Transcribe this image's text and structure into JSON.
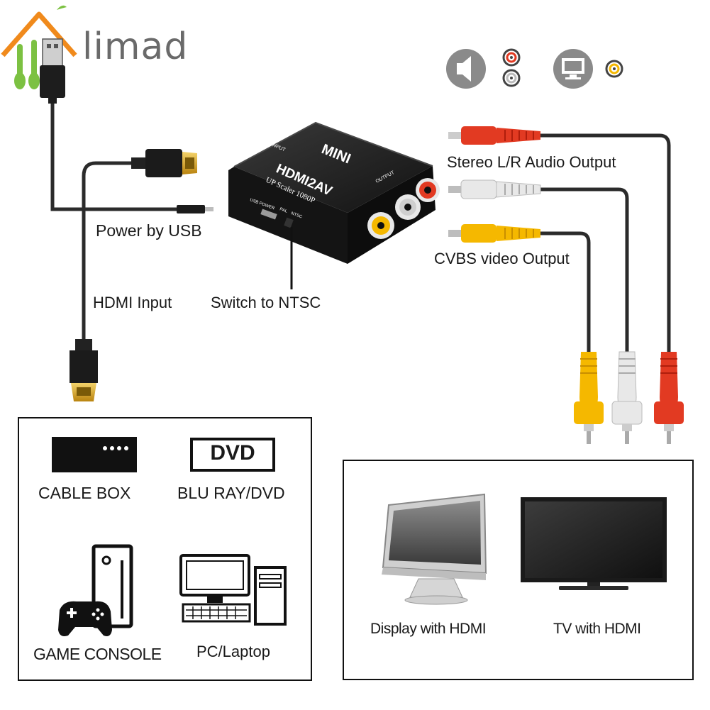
{
  "brand": {
    "name": "limad"
  },
  "device": {
    "top_label": "MINI",
    "model": "HDMI2AV",
    "subtitle": "UP Scaler 1080P",
    "input_label": "INPUT",
    "output_label": "OUTPUT",
    "port_labels": {
      "usb": "USB POWER",
      "pal": "PAL",
      "ntsc": "NTSC"
    }
  },
  "callouts": {
    "power": "Power by USB",
    "hdmi_input": "HDMI Input",
    "switch": "Switch to NTSC",
    "audio_output": "Stereo L/R Audio Output",
    "video_output": "CVBS video Output"
  },
  "source_devices": [
    {
      "label": "CABLE BOX",
      "icon": "cable-box-icon"
    },
    {
      "label": "BLU RAY/DVD",
      "icon": "dvd-icon",
      "badge": "DVD"
    },
    {
      "label": "GAME CONSOLE",
      "icon": "game-console-icon"
    },
    {
      "label": "PC/Laptop",
      "icon": "pc-icon"
    }
  ],
  "display_devices": [
    {
      "label": "Display with HDMI",
      "icon": "monitor-icon"
    },
    {
      "label": "TV with HDMI",
      "icon": "tv-icon"
    }
  ],
  "colors": {
    "rca_red": "#e23a22",
    "rca_white": "#e8e8e8",
    "rca_yellow": "#f5b800",
    "hdmi_gold": "#d9a21b",
    "cable": "#2b2b2b",
    "icon_gray": "#8a8a8a",
    "logo_orange": "#f08a1c",
    "logo_green": "#7cc142"
  }
}
